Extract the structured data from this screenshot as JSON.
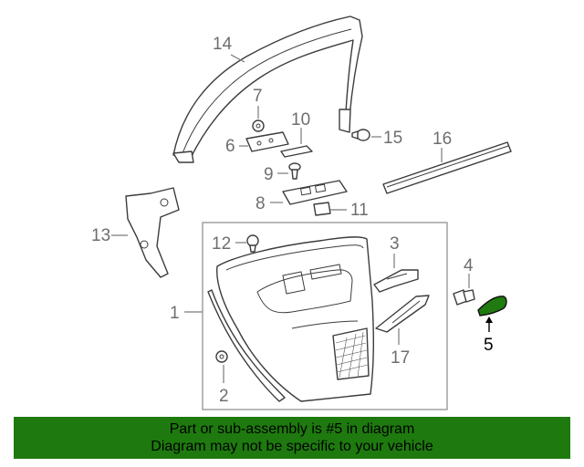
{
  "diagram": {
    "highlight_color": "#1f7a10",
    "highlighted_part": "5",
    "callouts": {
      "c1": "1",
      "c2": "2",
      "c3": "3",
      "c4": "4",
      "c5": "5",
      "c6": "6",
      "c7": "7",
      "c8": "8",
      "c9": "9",
      "c10": "10",
      "c11": "11",
      "c12": "12",
      "c13": "13",
      "c14": "14",
      "c15": "15",
      "c16": "16",
      "c17": "17"
    }
  },
  "footer": {
    "line1": "Part or sub-assembly is #5 in diagram",
    "line2": "Diagram may not be specific to your vehicle",
    "background": "#1e7a0e"
  }
}
